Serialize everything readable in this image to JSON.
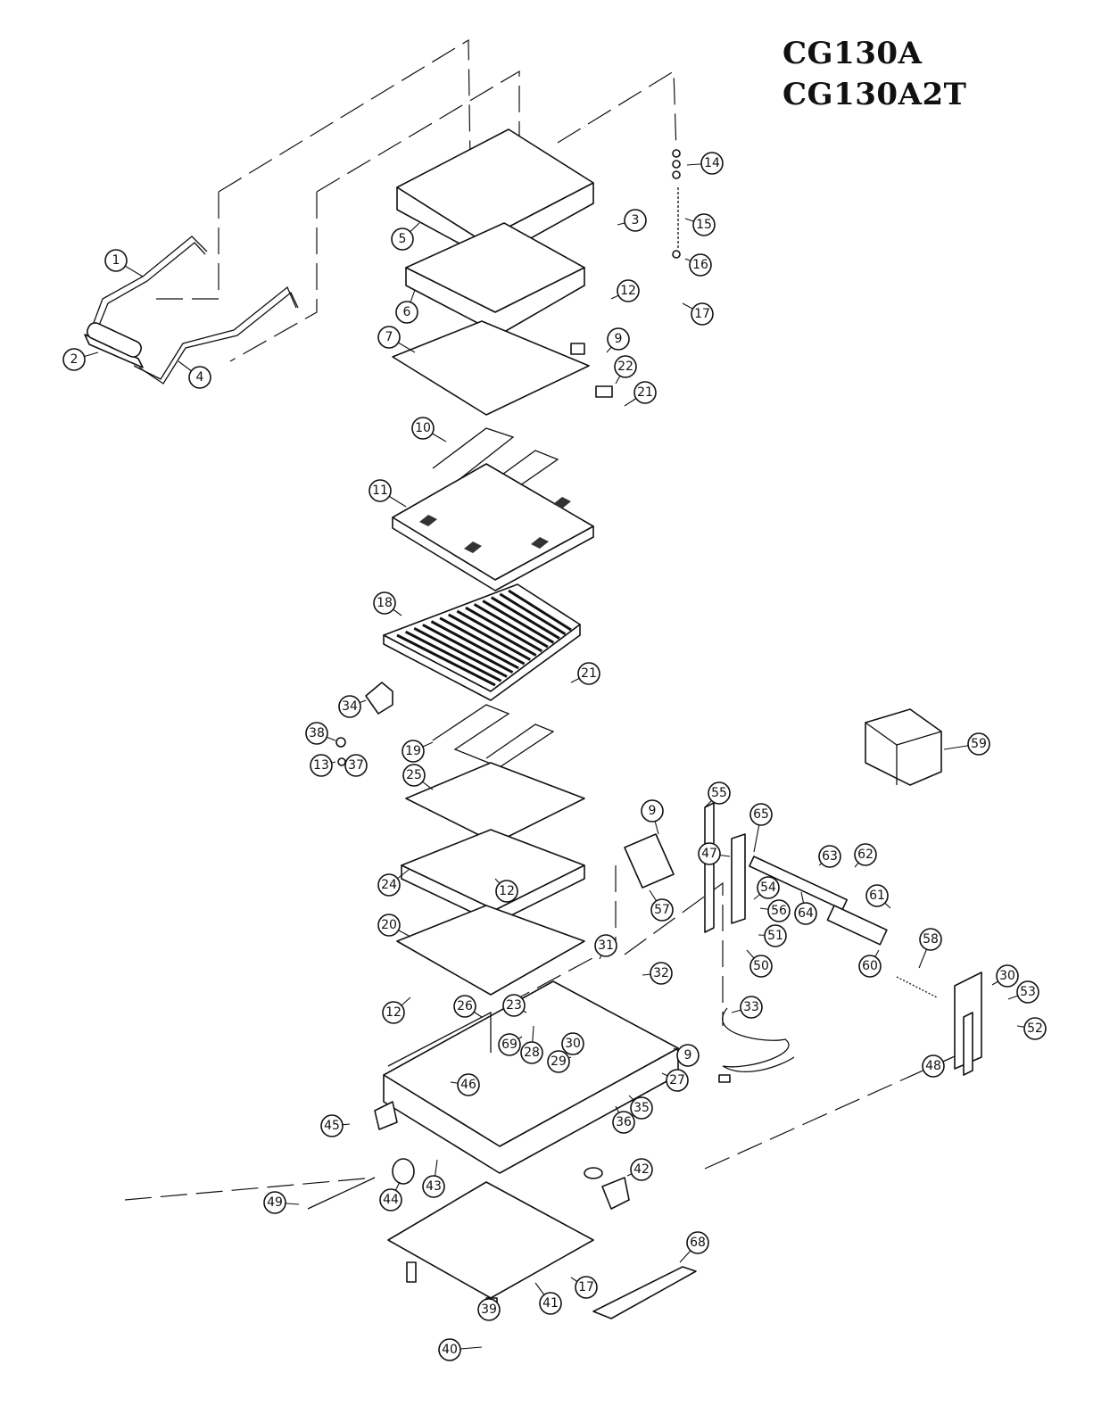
{
  "title": {
    "model_line1": "CG130A",
    "model_line2": "CG130A2T"
  },
  "callouts": [
    {
      "number": "1"
    },
    {
      "number": "2"
    },
    {
      "number": "3"
    },
    {
      "number": "4"
    },
    {
      "number": "5"
    },
    {
      "number": "6"
    },
    {
      "number": "7"
    },
    {
      "number": "9"
    },
    {
      "number": "10"
    },
    {
      "number": "11"
    },
    {
      "number": "12"
    },
    {
      "number": "14"
    },
    {
      "number": "15"
    },
    {
      "number": "16"
    },
    {
      "number": "17"
    },
    {
      "number": "22"
    },
    {
      "number": "21"
    },
    {
      "number": "18"
    },
    {
      "number": "21"
    },
    {
      "number": "34"
    },
    {
      "number": "38"
    },
    {
      "number": "13"
    },
    {
      "number": "37"
    },
    {
      "number": "19"
    },
    {
      "number": "25"
    },
    {
      "number": "24"
    },
    {
      "number": "12"
    },
    {
      "number": "20"
    },
    {
      "number": "12"
    },
    {
      "number": "26"
    },
    {
      "number": "23"
    },
    {
      "number": "69"
    },
    {
      "number": "28"
    },
    {
      "number": "30"
    },
    {
      "number": "29"
    },
    {
      "number": "31"
    },
    {
      "number": "32"
    },
    {
      "number": "9"
    },
    {
      "number": "57"
    },
    {
      "number": "55"
    },
    {
      "number": "65"
    },
    {
      "number": "47"
    },
    {
      "number": "63"
    },
    {
      "number": "62"
    },
    {
      "number": "64"
    },
    {
      "number": "54"
    },
    {
      "number": "56"
    },
    {
      "number": "51"
    },
    {
      "number": "50"
    },
    {
      "number": "61"
    },
    {
      "number": "60"
    },
    {
      "number": "58"
    },
    {
      "number": "30"
    },
    {
      "number": "53"
    },
    {
      "number": "52"
    },
    {
      "number": "48"
    },
    {
      "number": "59"
    },
    {
      "number": "33"
    },
    {
      "number": "9"
    },
    {
      "number": "27"
    },
    {
      "number": "46"
    },
    {
      "number": "35"
    },
    {
      "number": "36"
    },
    {
      "number": "45"
    },
    {
      "number": "42"
    },
    {
      "number": "43"
    },
    {
      "number": "44"
    },
    {
      "number": "49"
    },
    {
      "number": "68"
    },
    {
      "number": "41"
    },
    {
      "number": "17"
    },
    {
      "number": "39"
    },
    {
      "number": "40"
    }
  ]
}
